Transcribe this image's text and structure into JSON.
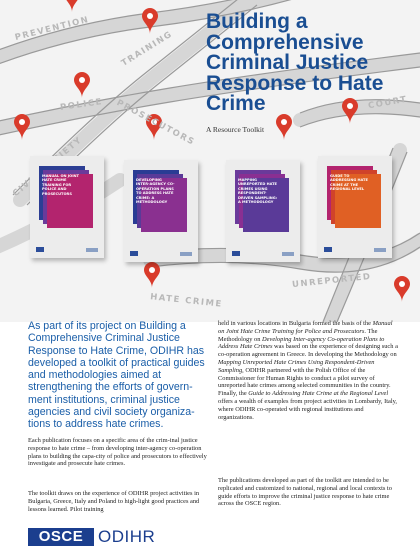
{
  "hero": {
    "title": "Building a Comprehensive Criminal Justice Response to Hate Crime",
    "subtitle": "A Resource Toolkit",
    "road_labels": [
      "PREVENTION",
      "TRAINING",
      "POLICE",
      "PROSECUTORS",
      "CIVIL SOCIETY",
      "COURT",
      "HATE CRIME",
      "UNREPORTED"
    ],
    "booklets": [
      {
        "text": "MANUAL ON JOINT HATE CRIME TRAINING FOR POLICE AND PROSECUTORS",
        "colors": [
          "#2c3e94",
          "#6a3a9a",
          "#b3246e"
        ]
      },
      {
        "text": "DEVELOPING INTER-AGENCY CO-OPERATION PLANS TO ADDRESS HATE CRIME: A METHODOLOGY",
        "colors": [
          "#2a3c94",
          "#5a3a98",
          "#8a3090"
        ]
      },
      {
        "text": "MAPPING UNREPORTED HATE CRIMES USING RESPONDENT-DRIVEN SAMPLING: A METHODOLOGY",
        "colors": [
          "#6a3a9a",
          "#8a2f92",
          "#5a3a98"
        ]
      },
      {
        "text": "GUIDE TO ADDRESSING HATE CRIME AT THE REGIONAL LEVEL",
        "colors": [
          "#b3246e",
          "#d0432a",
          "#e06024"
        ]
      }
    ],
    "pin_color": "#d93b2b"
  },
  "intro": "As part of its project on Building a Comprehensive Criminal Justice Response to Hate Crime, ODIHR has developed a toolkit of practical guides and methodologies aimed at strengthening the efforts of govern-ment institutions, criminal justice agencies and civil society organiza-tions to address hate crimes.",
  "left_paragraphs": [
    "Each publication focuses on a specific area of the crim-inal justice response to hate crime – from developing inter-agency co-operation plans to building the capa-city of police and prosecutors to effectively investigate and prosecute hate crimes.",
    "The toolkit draws on the experience of ODIHR project activities in Bulgaria, Greece, Italy and Poland to high-light good practices and lessons learned. Pilot training"
  ],
  "right_paragraphs": [
    {
      "parts": [
        "held in various locations in Bulgaria formed the basis of the ",
        "Manual on Joint Hate Crime Training for Police and Prosecutors",
        ". The Methodology on ",
        "Developing Inter-agency Co-operation Plans to Address Hate Crimes",
        " was based on the experience of designing such a co-operation agreement in Greece. In developing the Methodology on ",
        "Mapping Unreported Hate Crimes Using Respondent-Driven Sampling",
        ", ODIHR partnered with the Polish Office of the Commissioner for Human Rights to conduct a pilot survey of unreported hate crimes among selected communities in the country. Finally, the ",
        "Guide to Addressing Hate Crime at the Regional Level",
        " offers a wealth of examples from project activities in Lombardy, Italy, where ODIHR co-operated with regional institutions and organizations."
      ]
    },
    {
      "parts": [
        "The publications developed as part of the toolkit are intended to be replicated and customized to national, regional and local contexts to guide efforts to improve the criminal justice response to hate crime across the OSCE region."
      ]
    }
  ],
  "footer": {
    "osce": "OSCE",
    "odihr": "ODIHR",
    "brand_color": "#1b3e8e"
  }
}
